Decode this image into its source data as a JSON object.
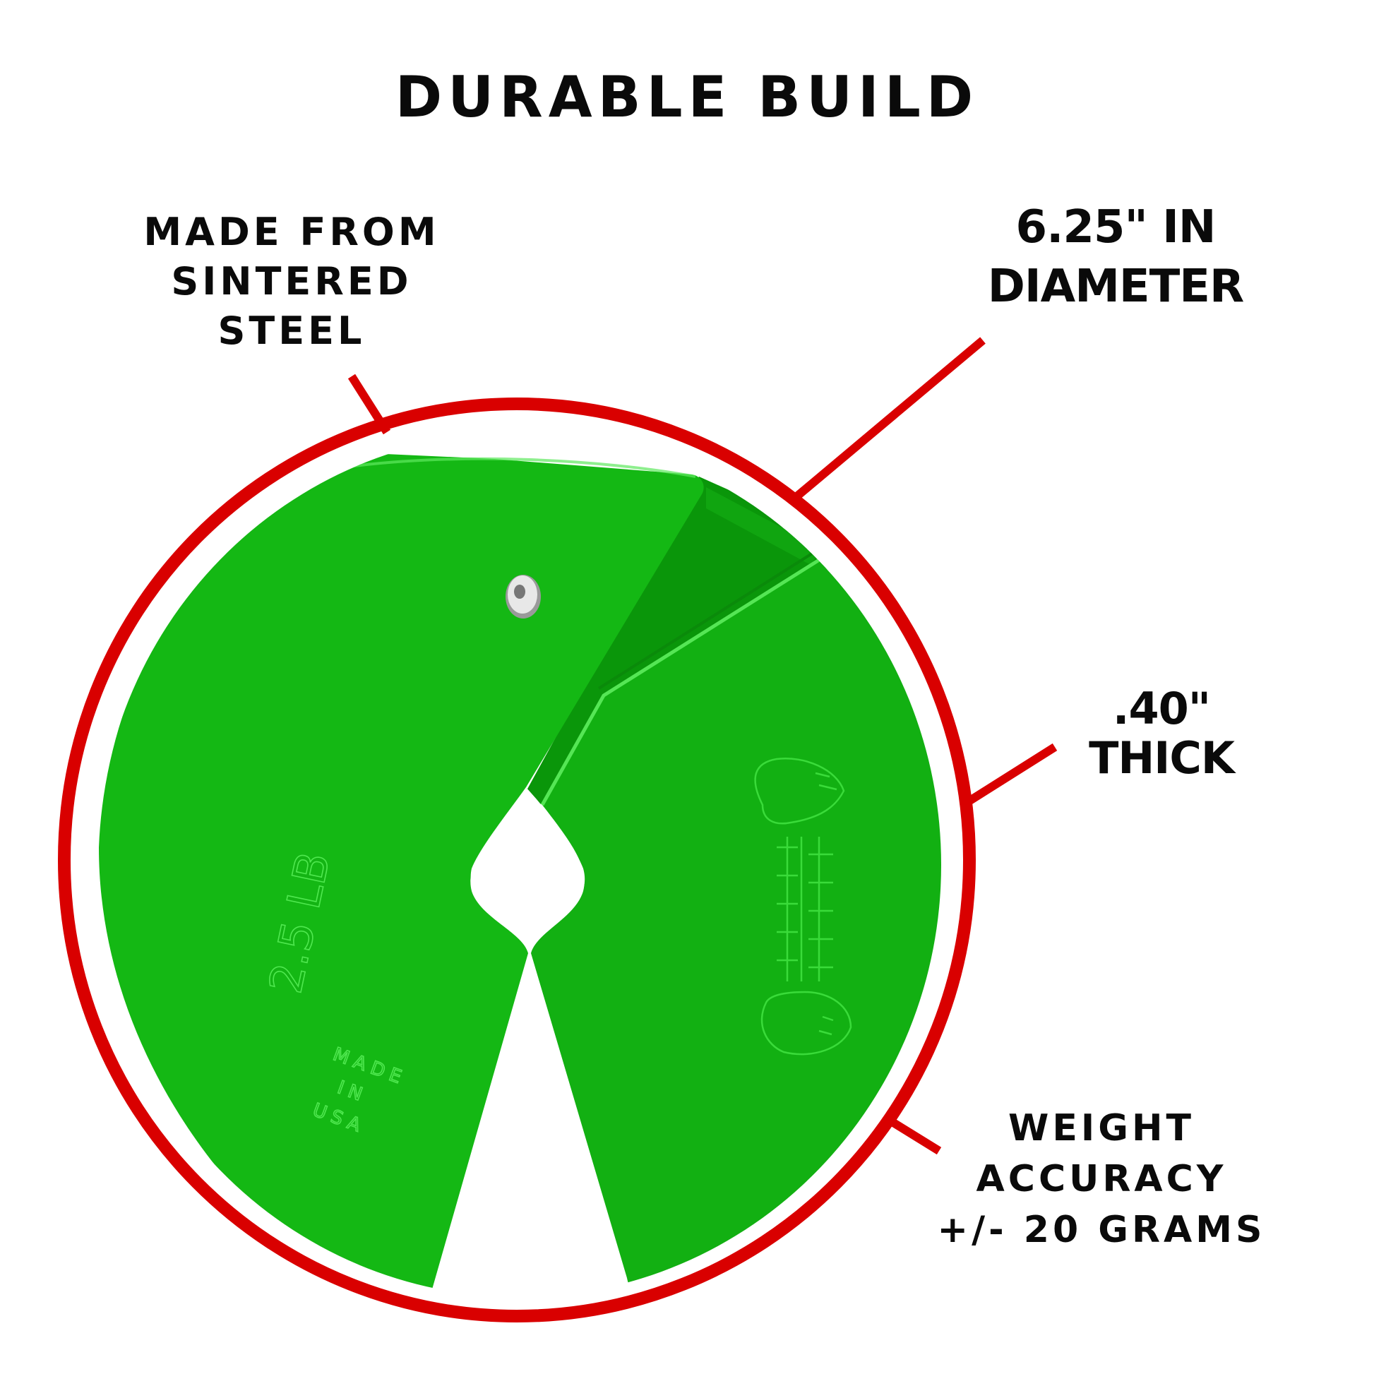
{
  "title": "DURABLE BUILD",
  "callouts": {
    "material": {
      "lines": [
        "MADE FROM",
        "SINTERED",
        "STEEL"
      ]
    },
    "diameter": {
      "lines": [
        "6.25\" IN",
        "DIAMETER"
      ]
    },
    "thickness": {
      "lines": [
        ".40\"",
        "THICK"
      ]
    },
    "accuracy": {
      "lines": [
        "WEIGHT",
        "ACCURACY",
        "+/- 20 GRAMS"
      ]
    }
  },
  "product": {
    "embossed_weight": "2.5 LB",
    "embossed_origin": [
      "MADE",
      "IN",
      "USA"
    ],
    "logo": "brand-logo-embossed",
    "colors": {
      "plate_green": "#14b814",
      "plate_green_dark": "#0a8f0a",
      "ring_red": "#d90000",
      "text_black": "#0a0a0a",
      "background": "#ffffff"
    }
  }
}
